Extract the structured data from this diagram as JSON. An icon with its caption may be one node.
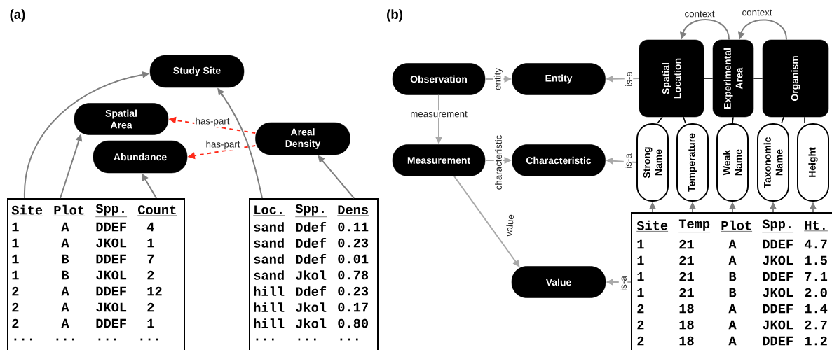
{
  "diagram": {
    "nodes": [
      {
        "text": [
          "Study Site"
        ]
      },
      {
        "text": [
          "Spatial Area"
        ]
      },
      {
        "text": [
          "Areal Density"
        ]
      },
      {
        "text": [
          "Abundance"
        ]
      },
      {
        "text": [
          "Site",
          "Plot",
          "Spp.",
          "Count",
          "1",
          "A",
          "DDEF",
          "4",
          "1",
          "A",
          "JKOL",
          "1",
          "1",
          "B",
          "DDEF",
          "7",
          "1",
          "B",
          "JKOL",
          "2",
          "2",
          "A",
          "DDEF",
          "12",
          "2",
          "A",
          "JKOL",
          "2",
          "2",
          "A",
          "DDEF",
          "1",
          "...",
          "...",
          "...",
          "..."
        ]
      },
      {
        "text": [
          "Loc.",
          "Spp.",
          "Dens",
          "sand",
          "Ddef",
          "0.11",
          "sand",
          "Ddef",
          "0.23",
          "sand",
          "Ddef",
          "0.01",
          "sand",
          "Jkol",
          "0.78",
          "hill",
          "Ddef",
          "0.23",
          "hill",
          "Jkol",
          "0.17",
          "hill",
          "Jkol",
          "0.80",
          "...",
          "...",
          "..."
        ]
      },
      {
        "text": [
          "Observation"
        ]
      },
      {
        "text": [
          "Entity"
        ]
      },
      {
        "text": [
          "Spatial Location"
        ]
      },
      {
        "text": [
          "Experimental Area"
        ]
      },
      {
        "text": [
          "Organism"
        ]
      },
      {
        "text": [
          "Measurement"
        ]
      },
      {
        "text": [
          "Characteristic"
        ]
      },
      {
        "text": [
          "Strong Name"
        ]
      },
      {
        "text": [
          "Temperature"
        ]
      },
      {
        "text": [
          "Weak Name"
        ]
      },
      {
        "text": [
          "Taxonomic Name"
        ]
      },
      {
        "text": [
          "Height"
        ]
      },
      {
        "text": [
          "Value"
        ]
      },
      {
        "text": [
          "Site",
          "Temp",
          "Plot",
          "Spp.",
          "Ht.",
          "1",
          "21",
          "A",
          "DDEF",
          "4.7",
          "1",
          "21",
          "A",
          "JKOL",
          "1.5",
          "1",
          "21",
          "B",
          "DDEF",
          "7.1",
          "1",
          "21",
          "B",
          "JKOL",
          "2.0",
          "2",
          "18",
          "A",
          "DDEF",
          "1.4",
          "2",
          "18",
          "A",
          "JKOL",
          "2.7",
          "2",
          "18",
          "A",
          "DDEF",
          "1.2"
        ]
      }
    ],
    "edges": [
      {
        "from": 4,
        "to": 0,
        "arrow": "to",
        "color": "#7f7f7f"
      },
      {
        "from": 4,
        "to": 1,
        "arrow": "to",
        "color": "#7f7f7f"
      },
      {
        "from": 4,
        "to": 3,
        "arrow": "to",
        "color": "#7f7f7f"
      },
      {
        "from": 5,
        "to": 0,
        "arrow": "to",
        "color": "#7f7f7f"
      },
      {
        "from": 5,
        "to": 2,
        "arrow": "to",
        "color": "#7f7f7f"
      },
      {
        "from": 2,
        "to": 1,
        "arrow": "to",
        "label": "has-part",
        "style": "dashed",
        "color": "#ff2a1a"
      },
      {
        "from": 2,
        "to": 3,
        "arrow": "to",
        "label": "has-part",
        "style": "dashed",
        "color": "#ff2a1a"
      },
      {
        "from": 6,
        "to": 7,
        "arrow": "to",
        "label": "entity",
        "color": "#a9a9a9"
      },
      {
        "from": 6,
        "to": 11,
        "arrow": "to",
        "label": "measurement",
        "color": "#a9a9a9"
      },
      {
        "from": 11,
        "to": 12,
        "arrow": "to",
        "label": "characteristic",
        "color": "#a9a9a9"
      },
      {
        "from": 11,
        "to": 18,
        "arrow": "to",
        "label": "value",
        "color": "#a9a9a9"
      },
      {
        "from": 8,
        "to": 7,
        "arrow": "to",
        "label": "is-a",
        "color": "#a9a9a9"
      },
      {
        "from": 13,
        "to": 12,
        "arrow": "to",
        "label": "is-a",
        "color": "#a9a9a9"
      },
      {
        "from": 19,
        "to": 18,
        "arrow": "to",
        "label": "is-a",
        "color": "#a9a9a9"
      },
      {
        "from": 9,
        "to": 8,
        "arrow": "to",
        "label": "context",
        "color": "#7f7f7f"
      },
      {
        "from": 10,
        "to": 9,
        "arrow": "to",
        "label": "context",
        "color": "#7f7f7f"
      },
      {
        "from": 8,
        "to": 9,
        "arrow": "none",
        "color": "#000000"
      },
      {
        "from": 9,
        "to": 10,
        "arrow": "none",
        "color": "#000000"
      },
      {
        "from": 8,
        "to": 13,
        "arrow": "none",
        "color": "#000000"
      },
      {
        "from": 8,
        "to": 14,
        "arrow": "none",
        "color": "#000000"
      },
      {
        "from": 9,
        "to": 15,
        "arrow": "none",
        "color": "#000000"
      },
      {
        "from": 10,
        "to": 16,
        "arrow": "none",
        "color": "#000000"
      },
      {
        "from": 10,
        "to": 17,
        "arrow": "none",
        "color": "#000000"
      },
      {
        "from": 19,
        "to": 13,
        "arrow": "to",
        "color": "#808080"
      },
      {
        "from": 19,
        "to": 14,
        "arrow": "to",
        "color": "#808080"
      },
      {
        "from": 19,
        "to": 15,
        "arrow": "to",
        "color": "#808080"
      },
      {
        "from": 19,
        "to": 16,
        "arrow": "to",
        "color": "#808080"
      },
      {
        "from": 19,
        "to": 17,
        "arrow": "to",
        "color": "#808080"
      }
    ],
    "labels": [
      "(a)",
      "(b)"
    ]
  }
}
